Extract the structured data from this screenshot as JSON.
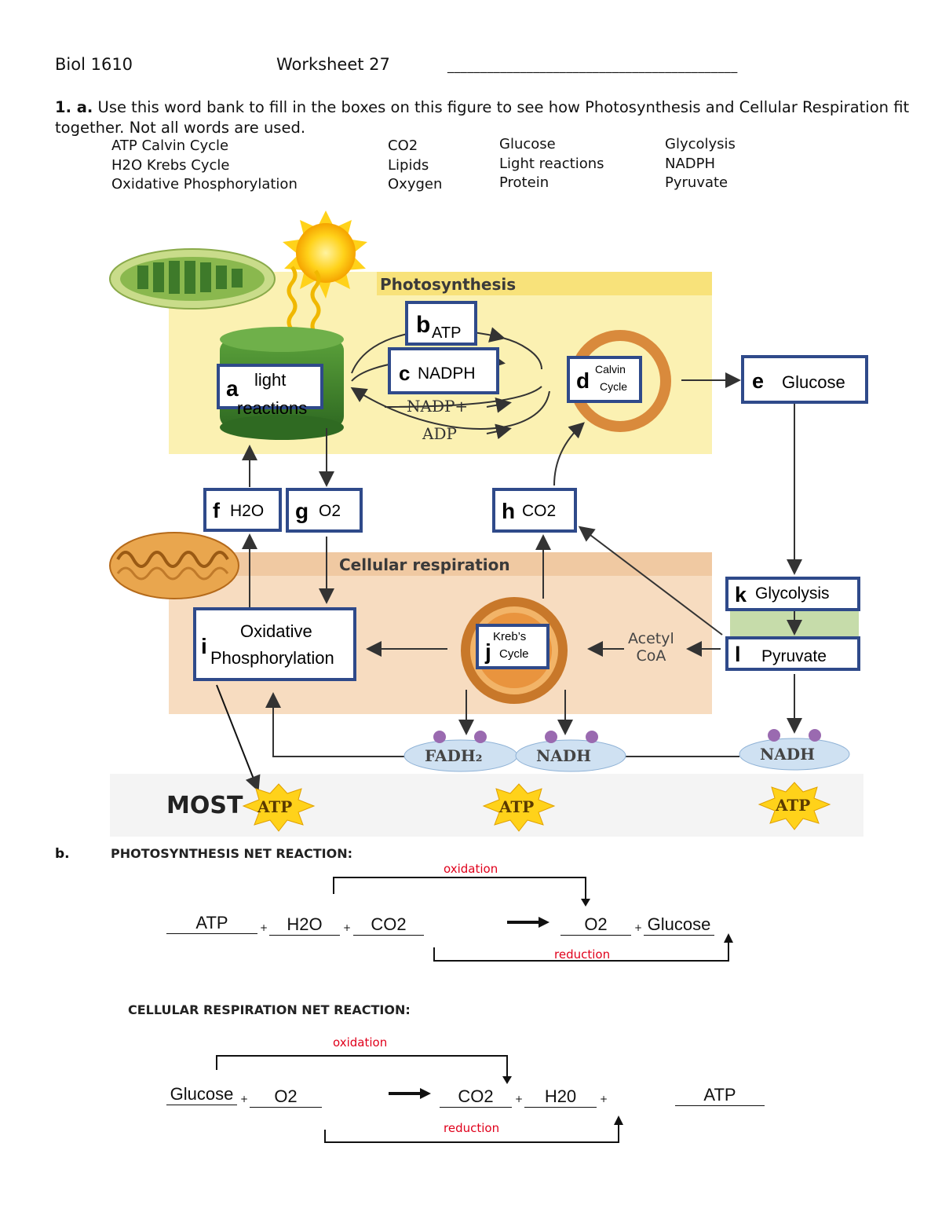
{
  "header": {
    "course": "Biol 1610",
    "worksheet": "Worksheet 27",
    "name_blank": "____________________________________________"
  },
  "question": {
    "number": "1. a.",
    "text": "Use this word bank to fill in the boxes on this figure to see how Photosynthesis and Cellular Respiration fit together. Not all words are used."
  },
  "word_bank": [
    [
      "ATP Calvin Cycle",
      "H2O Krebs Cycle",
      "Oxidative Phosphorylation"
    ],
    [
      "CO2",
      "Lipids",
      "Oxygen"
    ],
    [
      "Glucose",
      "Light reactions",
      "Protein"
    ],
    [
      "Glycolysis",
      "NADPH",
      "Pyruvate"
    ]
  ],
  "figure": {
    "photosynthesis_title": "Photosynthesis",
    "respiration_title": "Cellular respiration",
    "nadp": "NADP+",
    "adp": "ADP",
    "acetyl": "Acetyl",
    "coa": "CoA",
    "fadh2": "FADH₂",
    "nadh1": "NADH",
    "nadh2": "NADH",
    "most": "MOST",
    "atp1": "ATP",
    "atp2": "ATP",
    "atp3": "ATP",
    "boxes": {
      "a": {
        "letter": "a",
        "line1": "light",
        "line2": "reactions"
      },
      "b": {
        "letter": "b",
        "answer": "ATP"
      },
      "c": {
        "letter": "c",
        "answer": "NADPH"
      },
      "d": {
        "letter": "d",
        "line1": "Calvin",
        "line2": "Cycle"
      },
      "e": {
        "letter": "e",
        "answer": "Glucose"
      },
      "f": {
        "letter": "f",
        "answer": "H2O"
      },
      "g": {
        "letter": "g",
        "answer": "O2"
      },
      "h": {
        "letter": "h",
        "answer": "CO2"
      },
      "i": {
        "letter": "i",
        "line1": "Oxidative",
        "line2": "Phosphorylation"
      },
      "j": {
        "letter": "j",
        "line1": "Kreb’s",
        "line2": "Cycle"
      },
      "k": {
        "letter": "k",
        "answer": "Glycolysis"
      },
      "l": {
        "letter": "l",
        "answer": "Pyruvate"
      }
    }
  },
  "part_b": {
    "label": "b.",
    "photo": {
      "title": "PHOTOSYNTHESIS NET REACTION:",
      "oxidation": "oxidation",
      "reduction": "reduction",
      "r1": "ATP",
      "r2": "H2O",
      "r3": "CO2",
      "p1": "O2",
      "p2": "Glucose",
      "plus": "+"
    },
    "resp": {
      "title": "CELLULAR RESPIRATION NET REACTION:",
      "oxidation": "oxidation",
      "reduction": "reduction",
      "r1": "Glucose",
      "r2": "O2",
      "p1": "CO2",
      "p2": "H20",
      "p3": "ATP",
      "plus": "+"
    }
  }
}
